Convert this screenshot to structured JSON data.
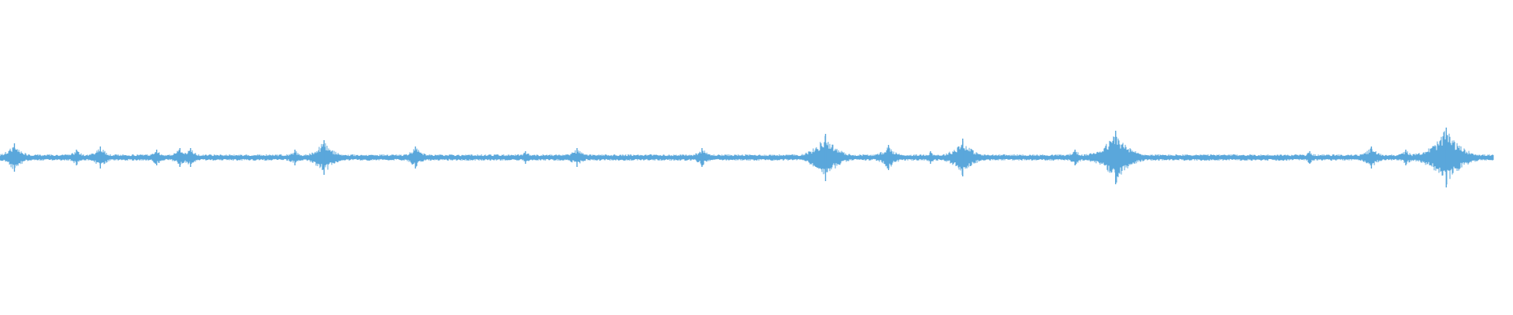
{
  "waveform": {
    "color": "#5aa7db",
    "background": "#ffffff",
    "baseline_amplitude": 0.02,
    "peaks": [
      {
        "position": 0.0097,
        "amplitude": 0.09
      },
      {
        "position": 0.0512,
        "amplitude": 0.05
      },
      {
        "position": 0.0672,
        "amplitude": 0.07
      },
      {
        "position": 0.1049,
        "amplitude": 0.05
      },
      {
        "position": 0.1205,
        "amplitude": 0.06
      },
      {
        "position": 0.1276,
        "amplitude": 0.06
      },
      {
        "position": 0.1975,
        "amplitude": 0.05
      },
      {
        "position": 0.217,
        "amplitude": 0.11
      },
      {
        "position": 0.2782,
        "amplitude": 0.07
      },
      {
        "position": 0.3519,
        "amplitude": 0.04
      },
      {
        "position": 0.3864,
        "amplitude": 0.06
      },
      {
        "position": 0.4701,
        "amplitude": 0.06
      },
      {
        "position": 0.5528,
        "amplitude": 0.15
      },
      {
        "position": 0.595,
        "amplitude": 0.08
      },
      {
        "position": 0.6231,
        "amplitude": 0.04
      },
      {
        "position": 0.6447,
        "amplitude": 0.12
      },
      {
        "position": 0.7199,
        "amplitude": 0.05
      },
      {
        "position": 0.7471,
        "amplitude": 0.17
      },
      {
        "position": 0.8771,
        "amplitude": 0.04
      },
      {
        "position": 0.9184,
        "amplitude": 0.07
      },
      {
        "position": 0.9414,
        "amplitude": 0.05
      },
      {
        "position": 0.9685,
        "amplitude": 0.19
      }
    ]
  }
}
